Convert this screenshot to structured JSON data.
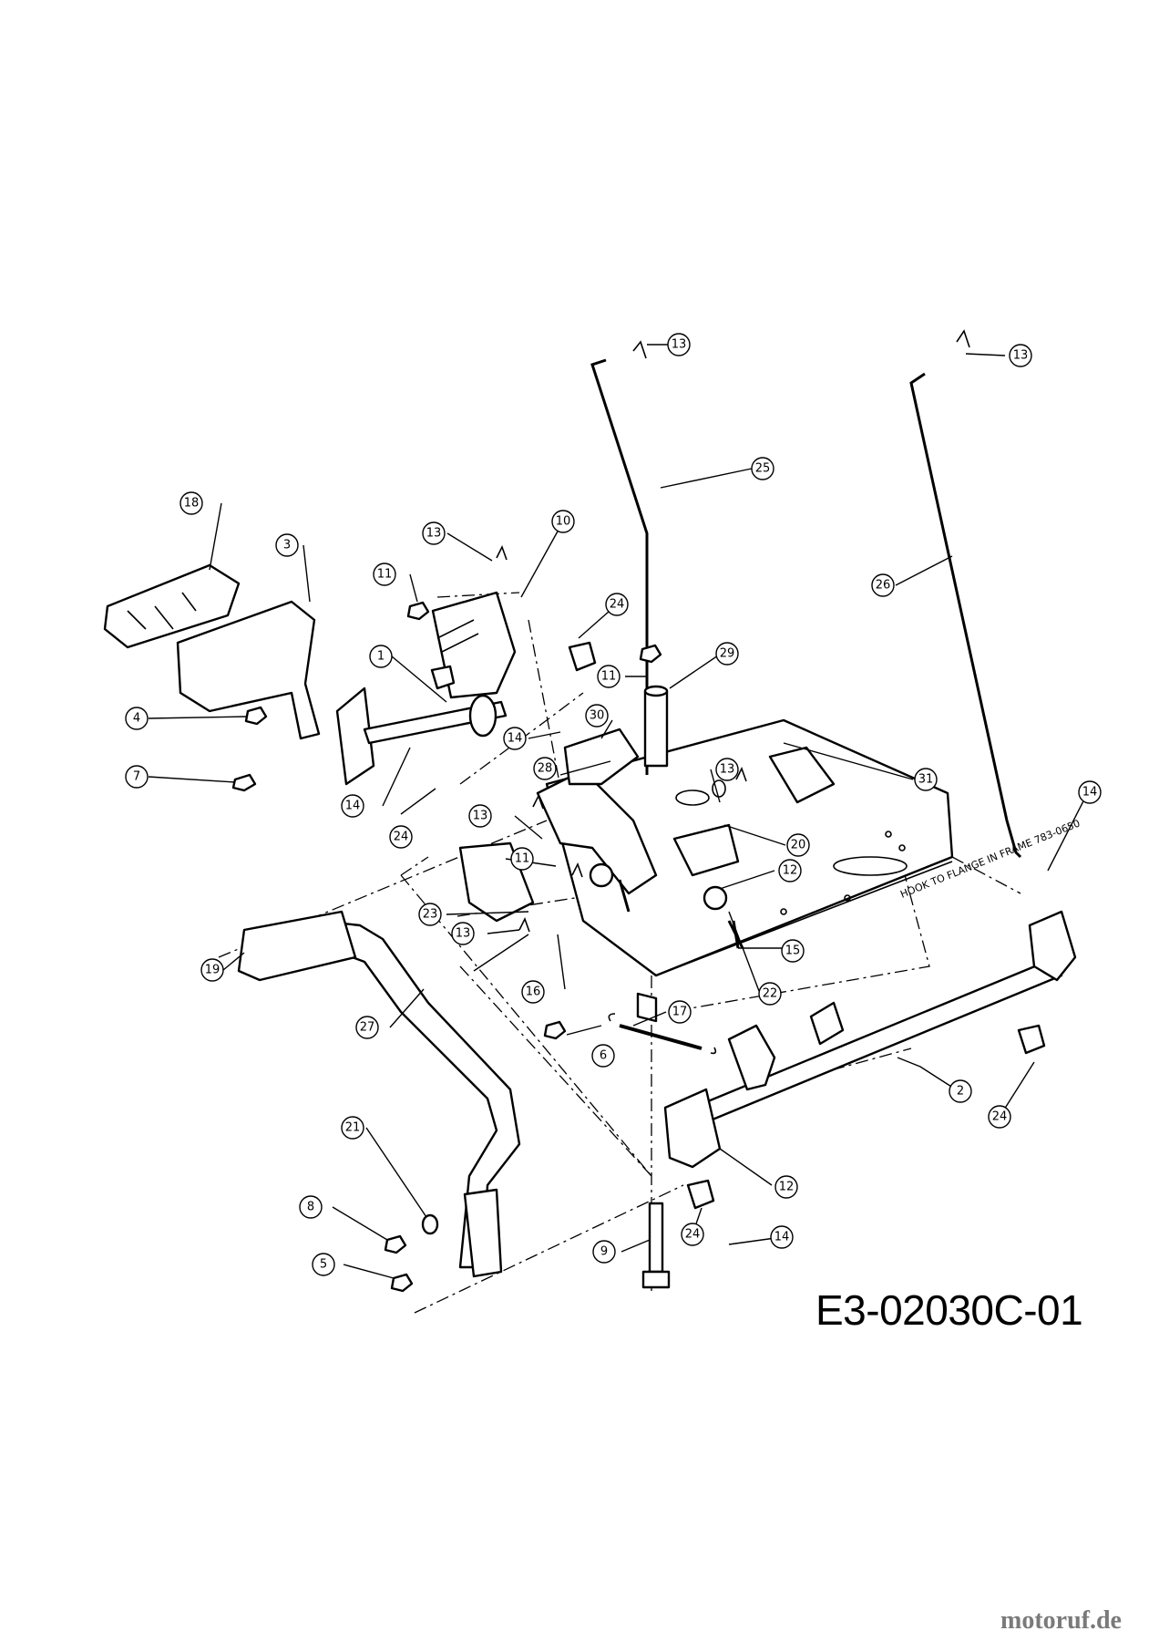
{
  "diagram": {
    "code": "E3-02030C-01",
    "note": "HOOK TO FLANGE IN FRAME 783-0650",
    "watermark": "motoruf.de",
    "callouts": [
      {
        "n": "1"
      },
      {
        "n": "2"
      },
      {
        "n": "3"
      },
      {
        "n": "4"
      },
      {
        "n": "5"
      },
      {
        "n": "6"
      },
      {
        "n": "7"
      },
      {
        "n": "8"
      },
      {
        "n": "9"
      },
      {
        "n": "10"
      },
      {
        "n": "11"
      },
      {
        "n": "11"
      },
      {
        "n": "11"
      },
      {
        "n": "12"
      },
      {
        "n": "12"
      },
      {
        "n": "13"
      },
      {
        "n": "13"
      },
      {
        "n": "13"
      },
      {
        "n": "13"
      },
      {
        "n": "13"
      },
      {
        "n": "13"
      },
      {
        "n": "14"
      },
      {
        "n": "14"
      },
      {
        "n": "14"
      },
      {
        "n": "14"
      },
      {
        "n": "15"
      },
      {
        "n": "16"
      },
      {
        "n": "17"
      },
      {
        "n": "18"
      },
      {
        "n": "19"
      },
      {
        "n": "20"
      },
      {
        "n": "21"
      },
      {
        "n": "22"
      },
      {
        "n": "23"
      },
      {
        "n": "24"
      },
      {
        "n": "24"
      },
      {
        "n": "24"
      },
      {
        "n": "24"
      },
      {
        "n": "25"
      },
      {
        "n": "26"
      },
      {
        "n": "27"
      },
      {
        "n": "28"
      },
      {
        "n": "29"
      },
      {
        "n": "30"
      },
      {
        "n": "31"
      }
    ]
  }
}
